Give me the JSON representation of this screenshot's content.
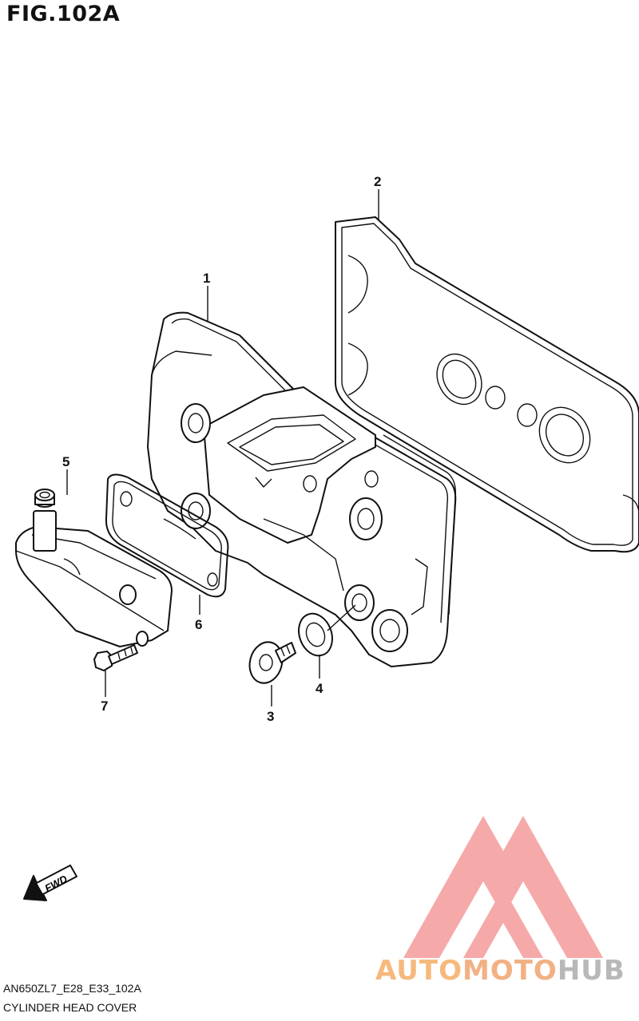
{
  "figure": {
    "title": "FIG.102A"
  },
  "callouts": [
    {
      "id": "1",
      "label": "1"
    },
    {
      "id": "2",
      "label": "2"
    },
    {
      "id": "3",
      "label": "3"
    },
    {
      "id": "4",
      "label": "4"
    },
    {
      "id": "5",
      "label": "5"
    },
    {
      "id": "6",
      "label": "6"
    },
    {
      "id": "7",
      "label": "7"
    }
  ],
  "fwd_label": "FWD",
  "footer": {
    "model_code": "AN650ZL7_E28_E33_102A",
    "section_name": "CYLINDER HEAD COVER"
  },
  "watermark": {
    "part1": "AUTO",
    "part2": "MOTO",
    "part3": "HUB",
    "colors": {
      "triangle": "#f4a0a0",
      "auto": "#f6b97c",
      "moto": "#f2b183",
      "hub": "#b8b8b8"
    }
  }
}
